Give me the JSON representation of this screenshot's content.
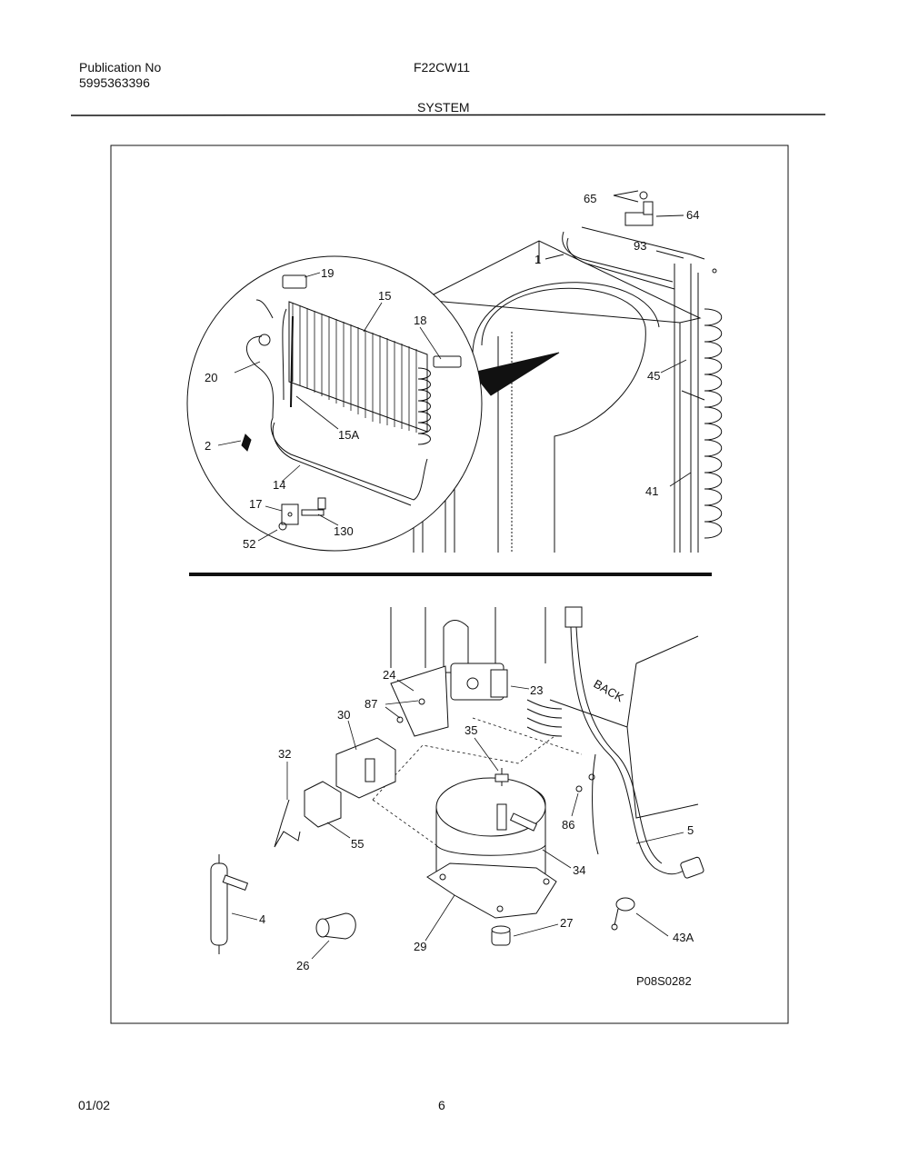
{
  "header": {
    "publication_label": "Publication No",
    "publication_number": "5995363396",
    "model": "F22CW11",
    "section": "SYSTEM"
  },
  "diagram": {
    "figure_code": "P08S0282",
    "back_label": "BACK",
    "callouts": {
      "c65": "65",
      "c64": "64",
      "c93": "93",
      "c1": "1",
      "c45": "45",
      "c41": "41",
      "c19": "19",
      "c15": "15",
      "c18": "18",
      "c20": "20",
      "c15a": "15A",
      "c2": "2",
      "c14": "14",
      "c17": "17",
      "c130": "130",
      "c52": "52",
      "c24": "24",
      "c23": "23",
      "c87": "87",
      "c30": "30",
      "c35": "35",
      "c32": "32",
      "c86": "86",
      "c5": "5",
      "c55": "55",
      "c34": "34",
      "c4": "4",
      "c27": "27",
      "c43a": "43A",
      "c29": "29",
      "c26": "26"
    }
  },
  "footer": {
    "date": "01/02",
    "page": "6"
  }
}
